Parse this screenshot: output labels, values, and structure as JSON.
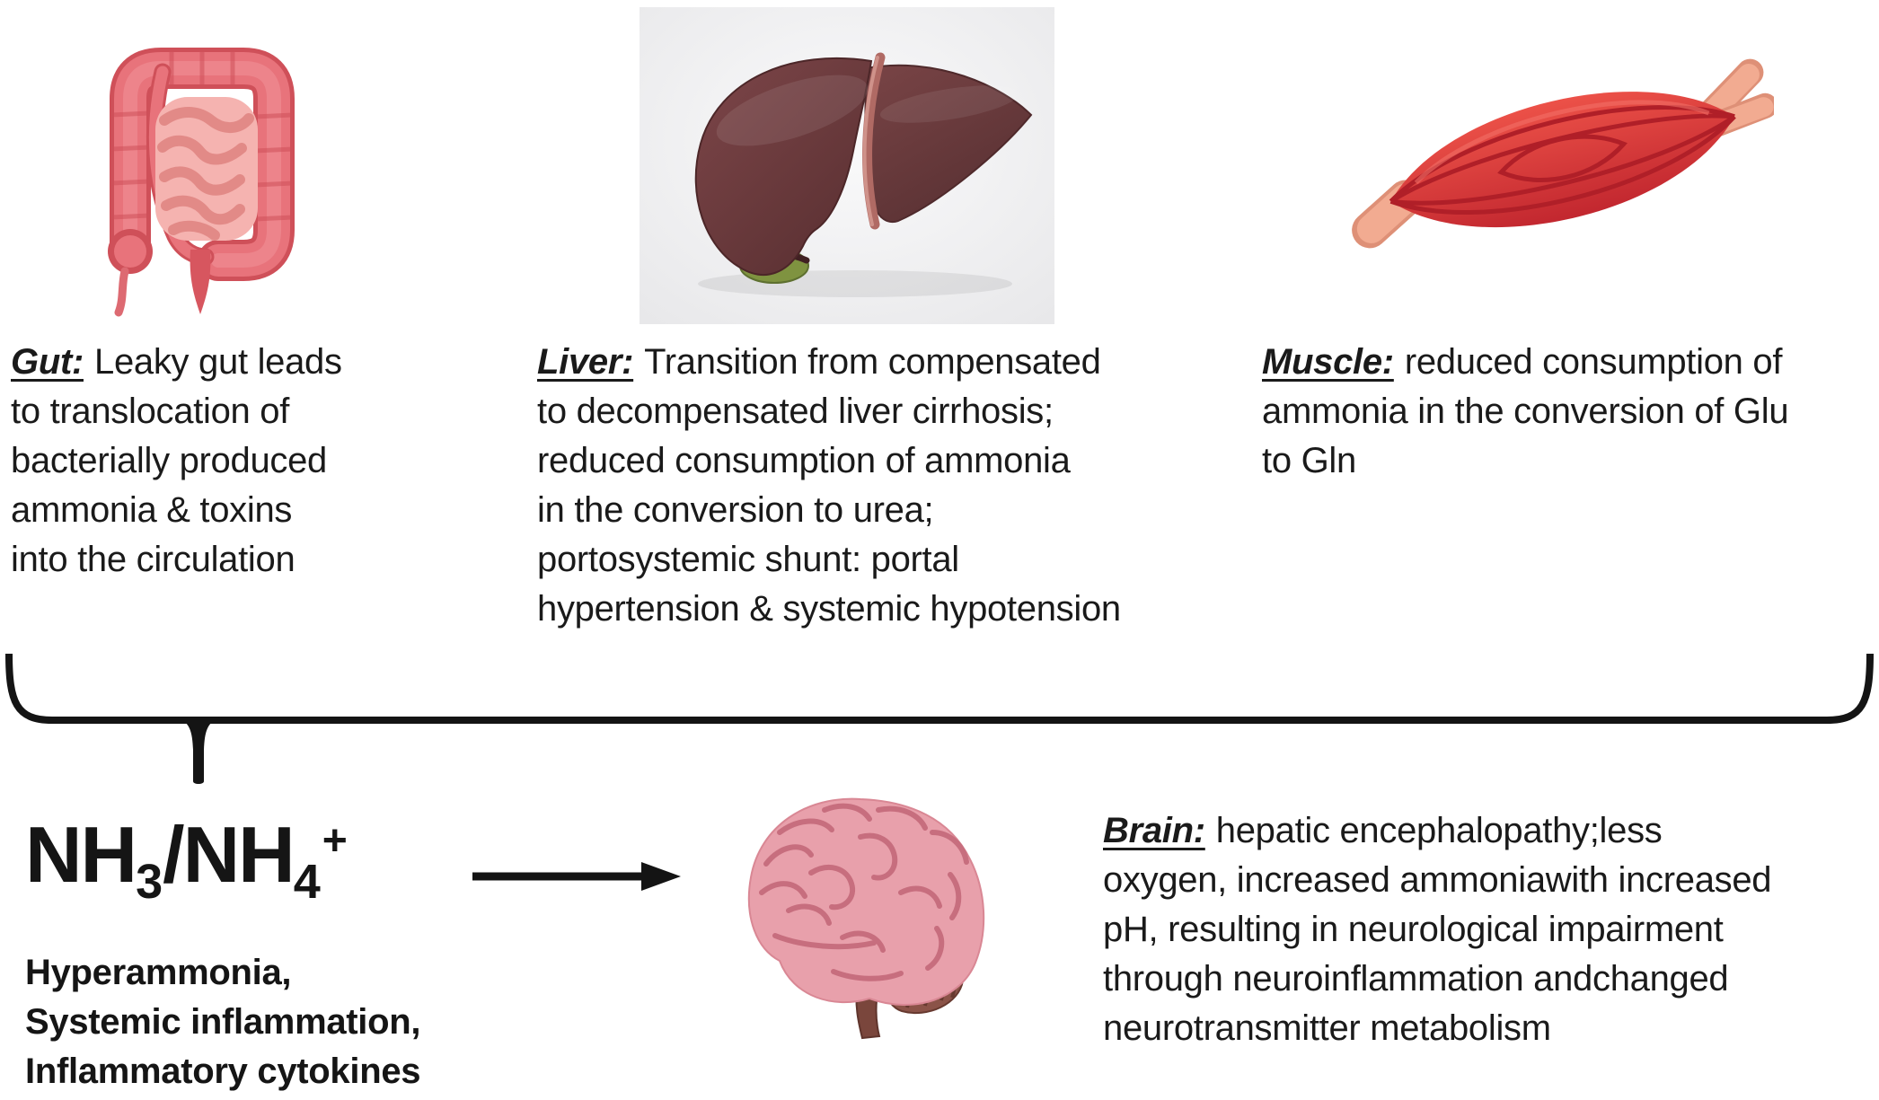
{
  "figure": {
    "type": "pathophysiology-diagram",
    "topic": "Hyperammonemia: organ sources and effect on the brain"
  },
  "sections": {
    "gut": {
      "heading": "Gut:",
      "first_line": "Leaky gut leads",
      "lines": [
        "to translocation of",
        "bacterially produced",
        "ammonia & toxins",
        "into the circulation"
      ]
    },
    "liver": {
      "heading": "Liver:",
      "first_line": "Transition from compensated",
      "lines": [
        "to decompensated liver cirrhosis;",
        "reduced consumption of ammonia",
        "in the conversion to urea;",
        "portosystemic shunt: portal",
        "hypertension & systemic hypotension"
      ]
    },
    "muscle": {
      "heading": "Muscle:",
      "first_line": "reduced consumption of",
      "lines": [
        "ammonia in the conversion of Glu",
        "to Gln"
      ]
    },
    "brain": {
      "heading": "Brain:",
      "first_line": "hepatic encephalopathy;less",
      "lines": [
        "oxygen, increased ammoniawith increased",
        "pH, resulting in neurological impairment",
        "through neuroinflammation andchanged",
        "neurotransmitter metabolism"
      ]
    }
  },
  "ammonia": {
    "formula": {
      "base1": "NH",
      "sub1": "3",
      "separator": "/",
      "base2": "NH",
      "sub2": "4",
      "sup2": "+"
    },
    "caption_lines": [
      "Hyperammonia,",
      "Systemic inflammation,",
      "Inflammatory cytokines"
    ]
  },
  "graphics": {
    "gut_icon": "large-intestine-illustration",
    "liver_icon": "liver-illustration",
    "muscle_icon": "skeletal-muscle-illustration",
    "brain_icon": "brain-illustration",
    "brace_icon": "curly-brace-pointer",
    "arrow_icon": "right-arrow"
  },
  "colors": {
    "text": "#1a1a1a",
    "colon_red": "#e8737b",
    "colon_dark": "#cf5059",
    "intestine_pink": "#f5b3b0",
    "liver_maroon": "#6b3a3d",
    "liver_bg": "#efeff1",
    "gallbladder_green": "#7f9340",
    "muscle_red": "#d93a3c",
    "tendon_pink": "#f2ab91",
    "brain_pink": "#e8a0ab",
    "cerebellum_brown": "#8b5348",
    "line_black": "#141414"
  }
}
